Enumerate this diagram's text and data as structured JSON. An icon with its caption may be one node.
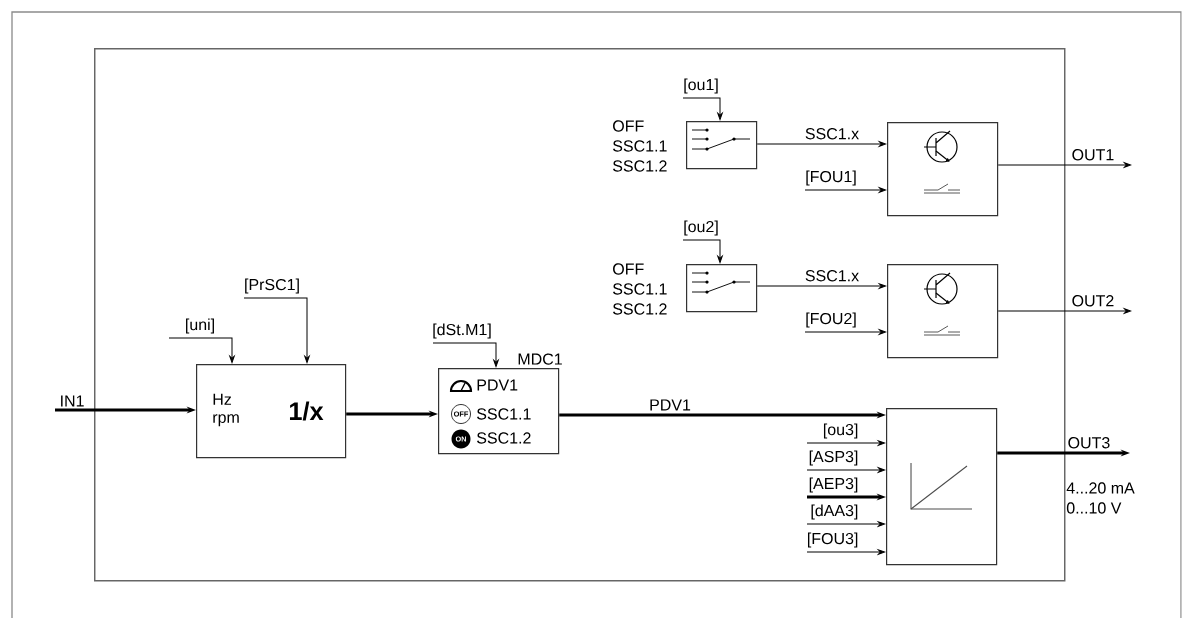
{
  "diagram": {
    "nodes": [
      {
        "text": [],
        "shape": "box"
      },
      {
        "text": [
          "Hz rpm",
          "1/x"
        ],
        "in": 0
      },
      {
        "text": [
          "PDV1",
          "SSC1.1",
          "SSC1.2"
        ],
        "beside": [
          "MDC1"
        ],
        "in": 0
      },
      {
        "text": [],
        "shape": "box",
        "beside": [
          "OFF",
          "SSC1.1",
          "SSC1.2"
        ],
        "in": 0
      },
      {
        "text": [],
        "shape": "box",
        "in": 0
      },
      {
        "text": [],
        "shape": "box",
        "beside": [
          "OFF",
          "SSC1.1",
          "SSC1.2"
        ],
        "in": 0
      },
      {
        "text": [],
        "shape": "box",
        "in": 0
      },
      {
        "text": [],
        "shape": "box",
        "in": 0
      }
    ],
    "edges": [
      {
        "from": null,
        "to": 1,
        "arrow": "to",
        "label": "IN1",
        "style": "thick"
      },
      {
        "from": null,
        "to": 1,
        "arrow": "to",
        "label": "[uni]"
      },
      {
        "from": null,
        "to": 1,
        "arrow": "to",
        "label": "[PrSC1]"
      },
      {
        "from": 1,
        "to": 2,
        "arrow": "to",
        "style": "thick"
      },
      {
        "from": null,
        "to": 2,
        "arrow": "to",
        "label": "[dSt.M1]"
      },
      {
        "from": 2,
        "to": 7,
        "arrow": "to",
        "label": "PDV1",
        "style": "thick"
      },
      {
        "from": null,
        "to": 3,
        "arrow": "to",
        "label": "[ou1]"
      },
      {
        "from": 3,
        "to": 4,
        "arrow": "to",
        "label": "SSC1.x"
      },
      {
        "from": null,
        "to": 4,
        "arrow": "to",
        "label": "[FOU1]"
      },
      {
        "from": 4,
        "to": null,
        "arrow": "to",
        "label": "OUT1"
      },
      {
        "from": null,
        "to": 5,
        "arrow": "to",
        "label": "[ou2]"
      },
      {
        "from": 5,
        "to": 6,
        "arrow": "to",
        "label": "SSC1.x"
      },
      {
        "from": null,
        "to": 6,
        "arrow": "to",
        "label": "[FOU2]"
      },
      {
        "from": 6,
        "to": null,
        "arrow": "to",
        "label": "OUT2"
      },
      {
        "from": null,
        "to": 7,
        "arrow": "to",
        "label": "[ou3]"
      },
      {
        "from": null,
        "to": 7,
        "arrow": "to",
        "label": "[ASP3]"
      },
      {
        "from": null,
        "to": 7,
        "arrow": "to",
        "label": "[AEP3]",
        "style": "thick"
      },
      {
        "from": null,
        "to": 7,
        "arrow": "to",
        "label": "[dAA3]"
      },
      {
        "from": null,
        "to": 7,
        "arrow": "to",
        "label": "[FOU3]"
      },
      {
        "from": 7,
        "to": null,
        "arrow": "to",
        "label": "OUT3",
        "style": "thick"
      }
    ],
    "labels": [
      "OFF",
      "ON",
      "4...20 mA",
      "0...10 V"
    ]
  }
}
